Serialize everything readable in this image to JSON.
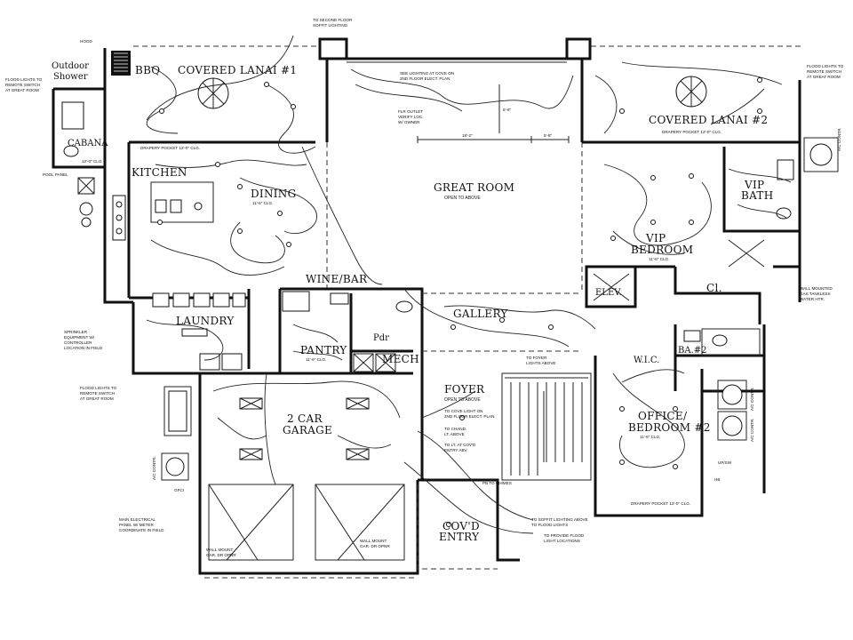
{
  "rooms": {
    "bbq": "BBQ",
    "outdoor_shower_1": "Outdoor",
    "outdoor_shower_2": "Shower",
    "covered_lanai_1": "COVERED LANAI #1",
    "covered_lanai_2": "COVERED LANAI #2",
    "cabana": "CABANA",
    "kitchen": "KITCHEN",
    "dining": "DINING",
    "great_room": "GREAT ROOM",
    "great_room_sub": "OPEN TO ABOVE",
    "vip_bath_1": "VIP",
    "vip_bath_2": "BATH",
    "vip_bedroom_1": "VIP",
    "vip_bedroom_2": "BEDROOM",
    "wine_bar": "WINE/BAR",
    "laundry": "LAUNDRY",
    "pantry": "PANTRY",
    "pdr": "Pdr",
    "mech": "MECH",
    "gallery": "GALLERY",
    "elev": "ELEV.",
    "cl": "Cl.",
    "wic": "W.I.C.",
    "bath2": "BA.#2",
    "foyer": "FOYER",
    "foyer_sub": "OPEN TO ABOVE",
    "office_1": "OFFICE/",
    "office_2": "BEDROOM #2",
    "garage_1": "2 CAR",
    "garage_2": "GARAGE",
    "covd_1": "COV'D",
    "covd_2": "ENTRY"
  },
  "notes": {
    "second_floor_soffit_1": "TO SECOND FLOOR",
    "second_floor_soffit_2": "SOFFIT LIGHTING",
    "hood": "HOOD",
    "flood_left_1": "FLOOD LIGHTS TO",
    "flood_left_2": "REMOTE SWITCH",
    "flood_left_3": "AT GREAT ROOM",
    "flood_right_1": "FLOOD LIGHTS TO",
    "flood_right_2": "REMOTE SWITCH",
    "flood_right_3": "AT GREAT ROOM",
    "flood_laundry_1": "FLOOD LIGHTS TO",
    "flood_laundry_2": "REMOTE SWITCH",
    "flood_laundry_3": "AT GREAT ROOM",
    "pool_panel": "POOL PANEL",
    "clg_lanai": "12'-0\" CLG.",
    "clg_dining": "11'-6\" CLG.",
    "clg_vip": "11'-6\" CLG.",
    "clg_pantry": "11'-6\" CLG.",
    "clg_office": "11'-6\" CLG.",
    "drapery_pocket_1": "DRAPERY POCKET 12'-0\" CLG.",
    "drapery_pocket_2": "DRAPERY POCKET 12'-0\" CLG.",
    "drapery_pocket_office": "DRAPERY POCKET 12'-0\" CLG.",
    "see_lighting_1": "SEE LIGHTING AT COVE ON",
    "see_lighting_2": "2ND FLOOR ELECT. PLAN",
    "flr_outlet_1": "FLR OUTLET",
    "flr_outlet_2": "VERIFY LOC.",
    "flr_outlet_3": "W/ OWNER",
    "dim_great_1": "18'-2\"",
    "dim_great_2": "5'-8\"",
    "dim_vert": "5'-6\"",
    "wall_heater_1": "WALL MOUNTED",
    "wall_heater_2": "GAS TANKLESS",
    "wall_heater_3": "WATER HTR.",
    "to_foyer_1": "TO FOYER",
    "to_foyer_2": "LIGHTS ABOVE",
    "to_cove_1": "TO COVE LIGHT ON",
    "to_cove_2": "2ND FLOOR ELECT. PLAN",
    "to_chand_1": "TO CHAND.",
    "to_chand_2": "LT. ABOVE",
    "to_covd_1": "TO LT. AT COV'D",
    "to_covd_2": "ENTRY ABV.",
    "to_soffit_1": "TO SOFFIT LIGHTING ABOVE",
    "to_soffit_2": "TO FLOOD LIGHTS",
    "to_flood_1": "TO PROVIDE FLOOD",
    "to_flood_2": "LIGHT LOCATIONS",
    "pb_chimes": "PB TO CHIMES",
    "elec_panel_1": "MAIN ELECTRICAL",
    "elec_panel_2": "PANEL W/ METER",
    "elec_panel_3": "COORDINATE IN FIELD",
    "wall_mount_1": "WALL MOUNT",
    "wall_mount_2": "GAR. DR OPNR",
    "wall_mount_3": "WALL MOUNT",
    "wall_mount_4": "GAR. DR OPNR",
    "ac_1": "A/C CONTR.",
    "ac_2": "A/C CONTR.",
    "ac_3": "A/C CONTR.",
    "ac_4": "A/C CONTR.",
    "sprinkler_1": "SPRINKLER",
    "sprinkler_2": "EQUIPMENT W/",
    "sprinkler_3": "CONTROLLER",
    "sprinkler_4": "LOCATION IN FIELD",
    "gfci": "GFCI",
    "hb": "HB",
    "up_sw": "UP/SW"
  }
}
